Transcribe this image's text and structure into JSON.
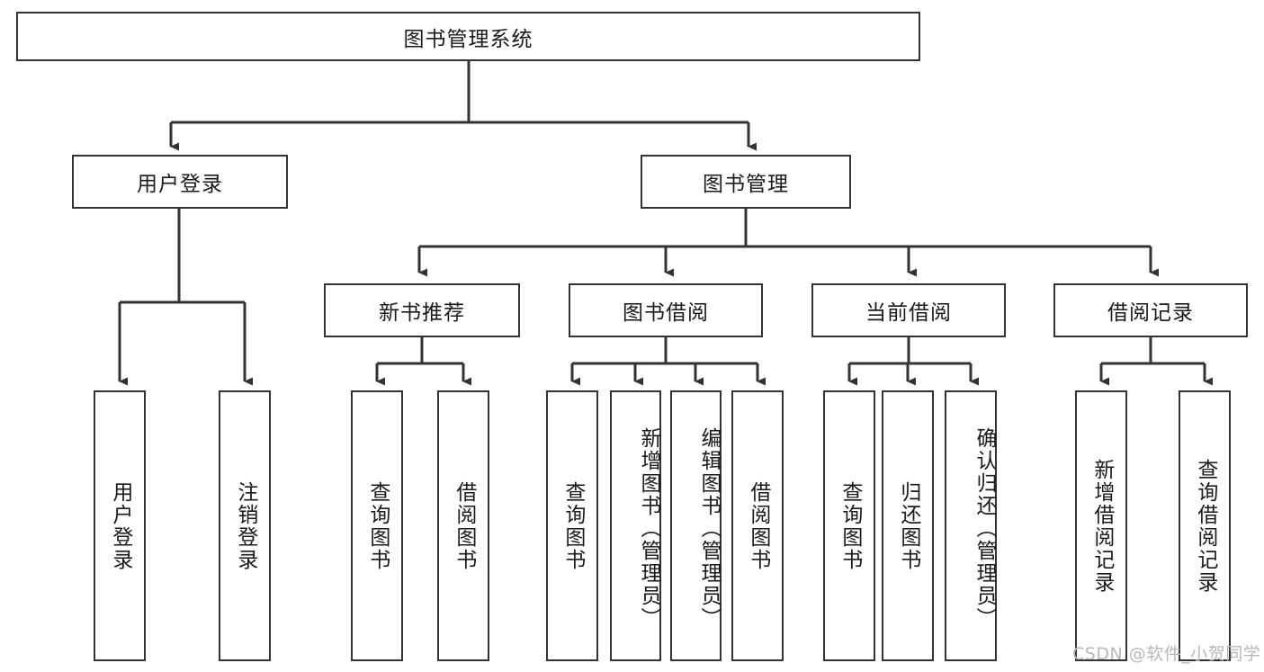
{
  "diagram": {
    "title": "图书管理系统",
    "type": "tree-hierarchy",
    "root": {
      "id": "root",
      "label": "图书管理系统"
    },
    "level1": [
      {
        "id": "user-login",
        "label": "用户登录"
      },
      {
        "id": "book-manage",
        "label": "图书管理"
      }
    ],
    "level2": [
      {
        "id": "new-book-rec",
        "label": "新书推荐",
        "parent": "book-manage"
      },
      {
        "id": "book-borrow",
        "label": "图书借阅",
        "parent": "book-manage"
      },
      {
        "id": "current-borrow",
        "label": "当前借阅",
        "parent": "book-manage"
      },
      {
        "id": "borrow-record",
        "label": "借阅记录",
        "parent": "book-manage"
      }
    ],
    "leaves": {
      "user-login": [
        {
          "id": "leaf-user-login",
          "label": "用户登录"
        },
        {
          "id": "leaf-user-logout",
          "label": "注销登录"
        }
      ],
      "new-book-rec": [
        {
          "id": "leaf-query-book-1",
          "label": "查询图书"
        },
        {
          "id": "leaf-borrow-book-1",
          "label": "借阅图书"
        }
      ],
      "book-borrow": [
        {
          "id": "leaf-query-book-2",
          "label": "查询图书"
        },
        {
          "id": "leaf-add-book",
          "label": "新增图书（管理员）"
        },
        {
          "id": "leaf-edit-book",
          "label": "编辑图书（管理员）"
        },
        {
          "id": "leaf-borrow-book-2",
          "label": "借阅图书"
        }
      ],
      "current-borrow": [
        {
          "id": "leaf-query-book-3",
          "label": "查询图书"
        },
        {
          "id": "leaf-return-book",
          "label": "归还图书"
        },
        {
          "id": "leaf-confirm-return",
          "label": "确认归还（管理员）"
        }
      ],
      "borrow-record": [
        {
          "id": "leaf-add-record",
          "label": "新增借阅记录"
        },
        {
          "id": "leaf-query-record",
          "label": "查询借阅记录"
        }
      ]
    }
  },
  "watermark": {
    "text": "CSDN @软件_小贺同学"
  },
  "colors": {
    "background": "#ffffff",
    "stroke": "#333333",
    "text": "#1a1a1a",
    "watermark": "#b8b8b8"
  }
}
